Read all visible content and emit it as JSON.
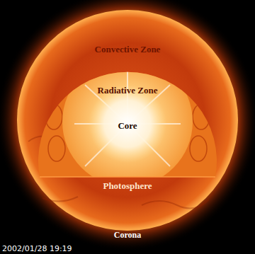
{
  "diagram": {
    "labels": [
      "Convective Zone",
      "Radiative Zone",
      "Core",
      "Photosphere",
      "Corona",
      "2002/01/28 19:19"
    ]
  }
}
